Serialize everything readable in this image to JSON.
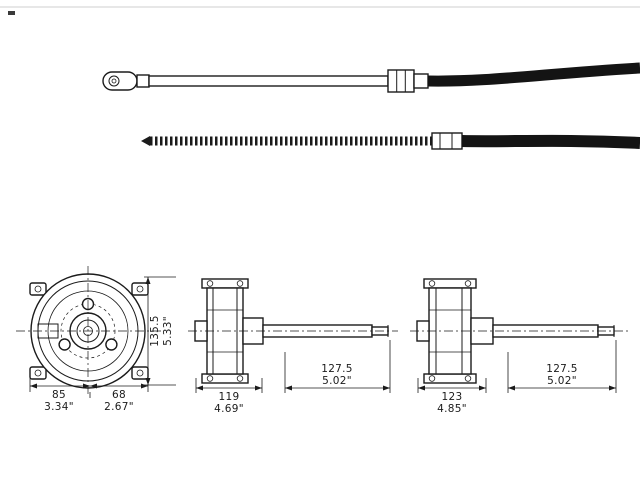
{
  "sheet": {
    "bg": "#ffffff",
    "ink": "#1b1b1b",
    "type": "technical-drawing"
  },
  "front_view": {
    "height_mm": "135.5",
    "height_in": "5.33\"",
    "width_left_mm": "85",
    "width_left_in": "3.34\"",
    "width_right_mm": "68",
    "width_right_in": "2.67\""
  },
  "side_view_mid": {
    "body_mm": "119",
    "body_in": "4.69\"",
    "travel_mm": "127.5",
    "travel_in": "5.02\""
  },
  "side_view_right": {
    "body_mm": "123",
    "body_in": "4.85\"",
    "travel_mm": "127.5",
    "travel_in": "5.02\""
  }
}
